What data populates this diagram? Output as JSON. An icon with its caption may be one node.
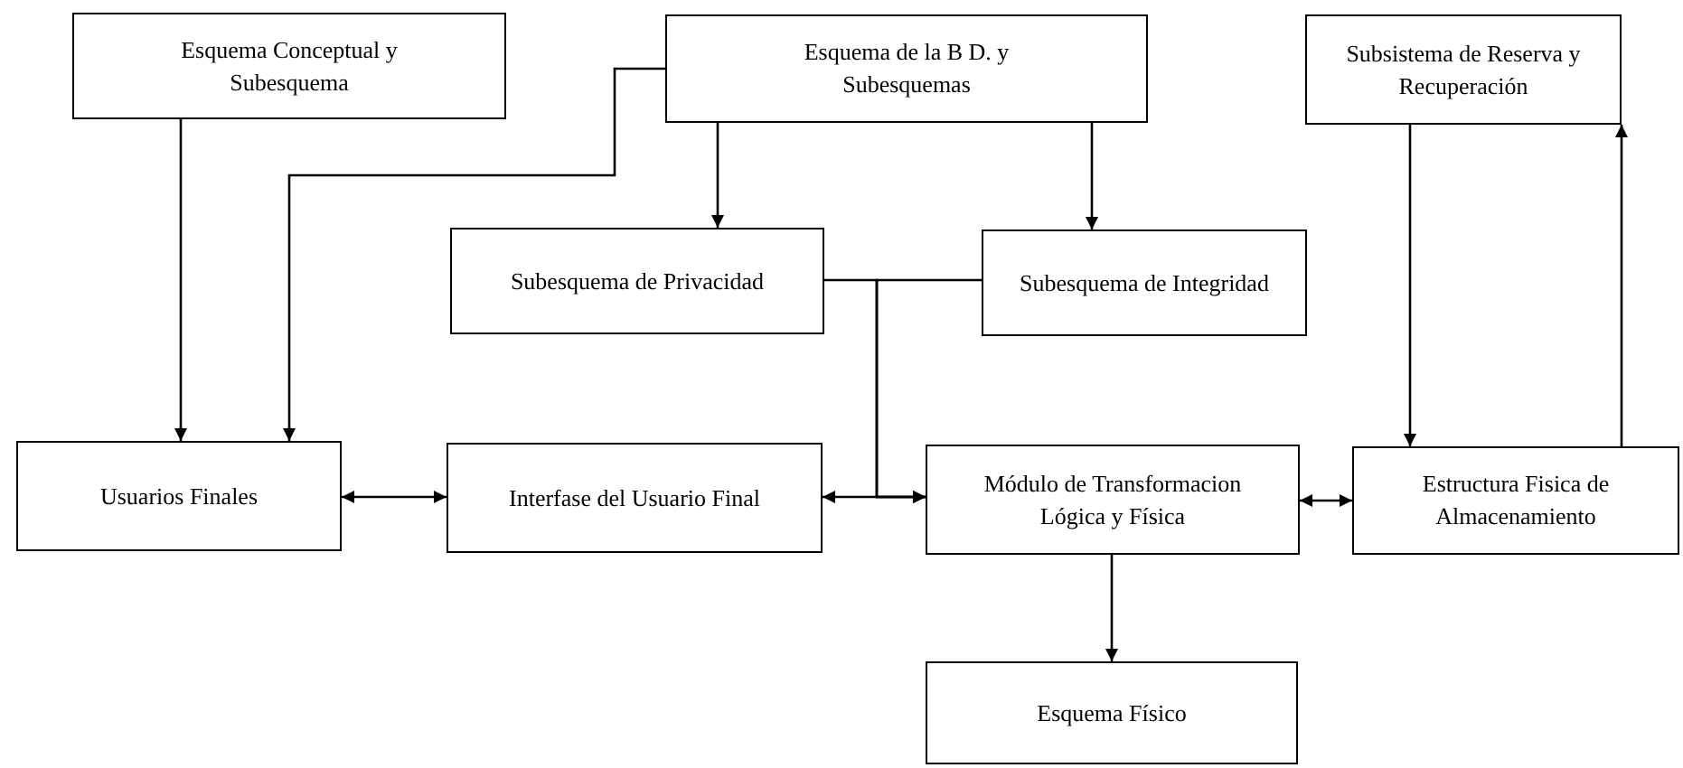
{
  "diagram": {
    "nodes": [
      {
        "text": [
          "Esquema Conceptual y Subesquema"
        ]
      },
      {
        "text": [
          "Esquema de la B D. y Subesquemas"
        ]
      },
      {
        "text": [
          "Subsistema de Reserva y Recuperación"
        ]
      },
      {
        "text": [
          "Subesquema de Privacidad"
        ]
      },
      {
        "text": [
          "Subesquema de Integridad"
        ]
      },
      {
        "text": [
          "Usuarios Finales"
        ]
      },
      {
        "text": [
          "Interfase del Usuario Final"
        ]
      },
      {
        "text": [
          "Módulo de Transformacion Lógica y Física"
        ]
      },
      {
        "text": [
          "Estructura Fisica de Almacenamiento"
        ]
      },
      {
        "text": [
          "Esquema Físico"
        ]
      }
    ],
    "edges": [
      {
        "from": 0,
        "to": 5,
        "arrow": "to"
      },
      {
        "from": 1,
        "to": 5,
        "arrow": "to"
      },
      {
        "from": 1,
        "to": 3,
        "arrow": "to"
      },
      {
        "from": 1,
        "to": 4,
        "arrow": "to"
      },
      {
        "from": 3,
        "to": 7,
        "arrow": "to"
      },
      {
        "from": 4,
        "to": 7,
        "arrow": "to"
      },
      {
        "from": 5,
        "to": 6,
        "arrow": "both"
      },
      {
        "from": 6,
        "to": 7,
        "arrow": "both"
      },
      {
        "from": 7,
        "to": 8,
        "arrow": "both"
      },
      {
        "from": 2,
        "to": 8,
        "arrow": "to"
      },
      {
        "from": 8,
        "to": 2,
        "arrow": "to"
      },
      {
        "from": 7,
        "to": 9,
        "arrow": "to"
      }
    ]
  }
}
